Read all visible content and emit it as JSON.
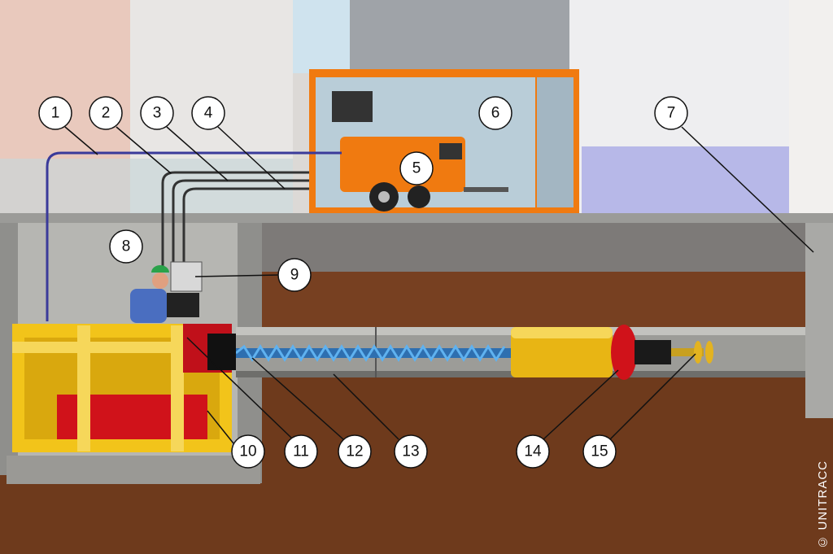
{
  "title": "Auger boring machine diagram",
  "callouts": [
    "1",
    "2",
    "3",
    "4",
    "5",
    "6",
    "7",
    "8",
    "9",
    "10",
    "11",
    "12",
    "13",
    "14",
    "15"
  ],
  "copyright": "© UNITRACC",
  "colors": {
    "machine_yellow": "#f2c41a",
    "container_orange": "#f07a10",
    "soil": "#6e3a1c",
    "gravel": "#8a8580",
    "pit": "#b9b9b5",
    "cutter_red": "#d0121a",
    "auger_blue": "#3c8fd8"
  }
}
